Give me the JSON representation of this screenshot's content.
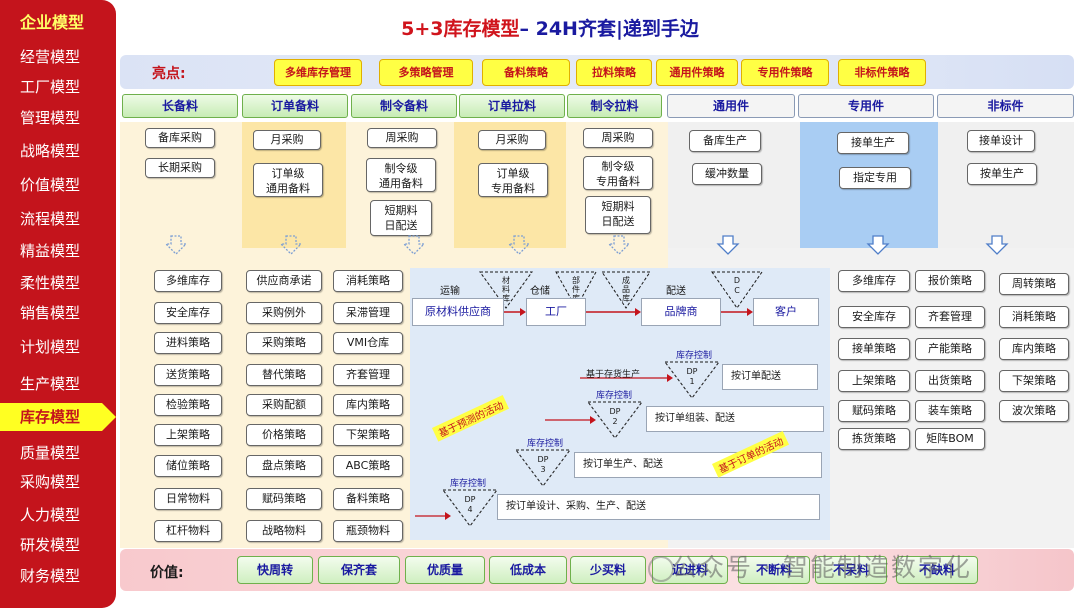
{
  "sidebar": {
    "items": [
      "企业模型",
      "经营模型",
      "工厂模型",
      "管理模型",
      "战略模型",
      "价值模型",
      "流程模型",
      "精益模型",
      "柔性模型",
      "销售模型",
      "计划模型",
      "生产模型",
      "库存模型",
      "质量模型",
      "采购模型",
      "人力模型",
      "研发模型",
      "财务模型"
    ],
    "active_index": 12
  },
  "title": {
    "part1": "5+3库存模型",
    "part2": "– 24H齐套|递到手边"
  },
  "highlights": {
    "label": "亮点:",
    "items": [
      "多维库存管理",
      "多策略管理",
      "备料策略",
      "拉料策略",
      "通用件策略",
      "专用件策略",
      "非标件策略"
    ]
  },
  "headers": [
    "长备料",
    "订单备料",
    "制令备料",
    "订单拉料",
    "制令拉料",
    "通用件",
    "专用件",
    "非标件"
  ],
  "top_nodes": {
    "c1": [
      "备库采购",
      "长期采购"
    ],
    "c2": [
      "月采购",
      "订单级\n通用备料"
    ],
    "c3": [
      "周采购",
      "制令级\n通用备料",
      "短期料\n日配送"
    ],
    "c4": [
      "月采购",
      "订单级\n专用备料"
    ],
    "c5": [
      "周采购",
      "制令级\n专用备料",
      "短期料\n日配送"
    ],
    "c6": [
      "备库生产",
      "缓冲数量"
    ],
    "c7": [
      "接单生产",
      "指定专用"
    ],
    "c8": [
      "接单设计",
      "按单生产"
    ]
  },
  "left_lists": {
    "l1": [
      "多维库存",
      "安全库存",
      "进料策略",
      "送货策略",
      "检验策略",
      "上架策略",
      "储位策略",
      "日常物料",
      "杠杆物料"
    ],
    "l2": [
      "供应商承诺",
      "采购例外",
      "采购策略",
      "替代策略",
      "采购配额",
      "价格策略",
      "盘点策略",
      "赋码策略",
      "战略物料"
    ],
    "l3": [
      "消耗策略",
      "呆滞管理",
      "VMI仓库",
      "齐套管理",
      "库内策略",
      "下架策略",
      "ABC策略",
      "备料策略",
      "瓶颈物料"
    ]
  },
  "right_lists": {
    "r1": [
      "多维库存",
      "安全库存",
      "接单策略",
      "上架策略",
      "赋码策略",
      "拣货策略"
    ],
    "r2": [
      "报价策略",
      "齐套管理",
      "产能策略",
      "出货策略",
      "装车策略",
      "矩阵BOM"
    ],
    "r3": [
      "周转策略",
      "消耗策略",
      "库内策略",
      "下架策略",
      "波次策略"
    ]
  },
  "flow": {
    "boxes": [
      "原材料供应商",
      "工厂",
      "品牌商",
      "客户"
    ],
    "edge_labels": [
      "运输",
      "仓储",
      "配送"
    ],
    "triangles": [
      "材料库",
      "部件库",
      "成品库",
      "D\nC"
    ],
    "dp": [
      {
        "tri": "DP\n1",
        "ctrl": "库存控制",
        "box": "按订单配送",
        "left": "基于存货生产"
      },
      {
        "tri": "DP\n2",
        "ctrl": "库存控制",
        "box": "按订单组装、配送"
      },
      {
        "tri": "DP\n3",
        "ctrl": "库存控制",
        "box": "按订单生产、配送"
      },
      {
        "tri": "DP\n4",
        "ctrl": "库存控制",
        "box": "按订单设计、采购、生产、配送"
      }
    ],
    "rot_labels": [
      "基于预测的活动",
      "基于订单的活动"
    ]
  },
  "values": {
    "label": "价值:",
    "items": [
      "快周转",
      "保齐套",
      "优质量",
      "低成本",
      "少买料",
      "近进料",
      "不断料",
      "不呆料",
      "不缺料"
    ]
  },
  "watermark": "公众号 · 智能制造数字化",
  "colors": {
    "sidebar": "#c4141c",
    "highlight": "#ffff44",
    "accent_blue": "#1a1aa0"
  }
}
